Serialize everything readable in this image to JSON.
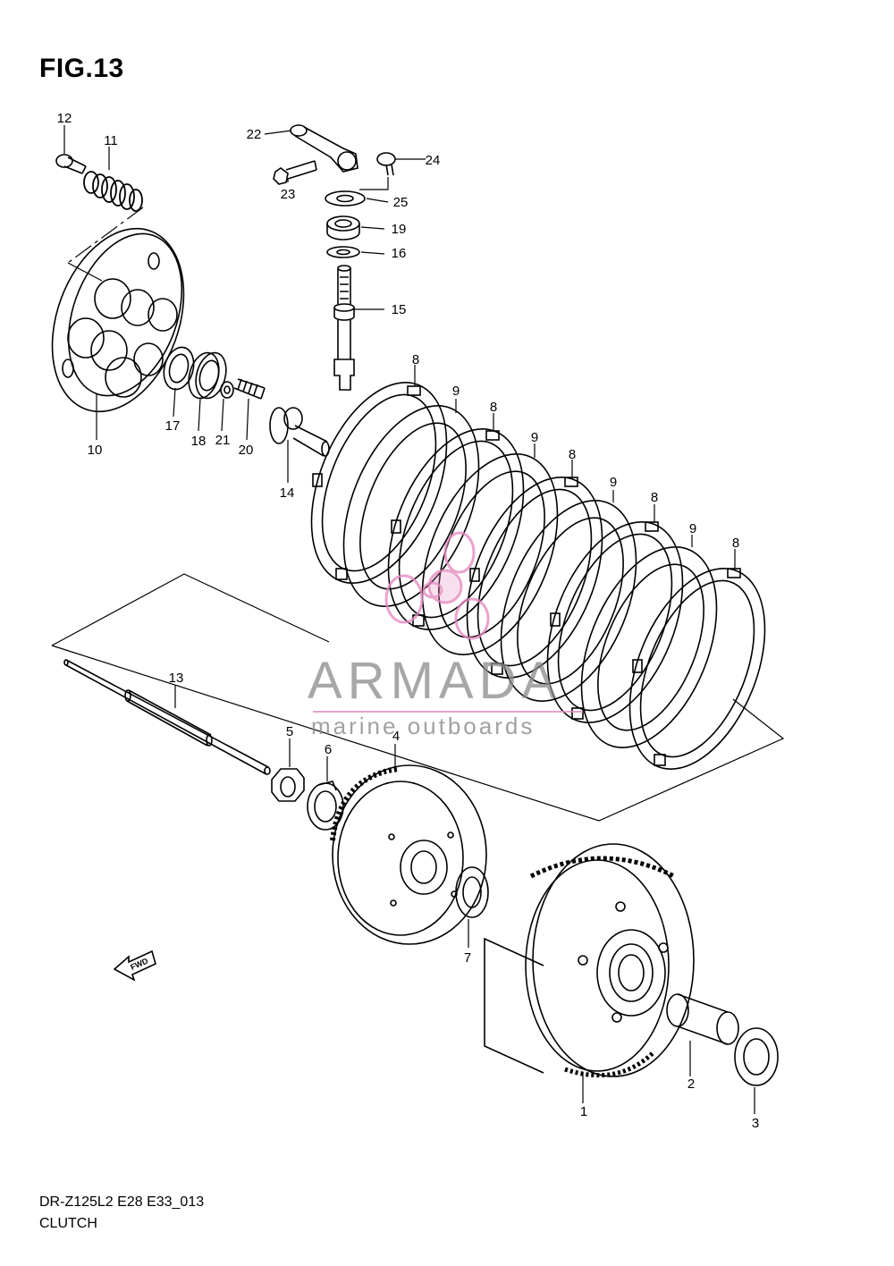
{
  "figure": {
    "title": "FIG.13",
    "model_code": "DR-Z125L2 E28 E33_013",
    "section_name": "CLUTCH"
  },
  "watermark": {
    "brand": "ARMADA",
    "tagline": "marine outboards",
    "logo_color": "#e58bc0"
  },
  "direction_marker": {
    "label": "FWD"
  },
  "part_labels": [
    {
      "id": "p1",
      "text": "1"
    },
    {
      "id": "p2",
      "text": "2"
    },
    {
      "id": "p3",
      "text": "3"
    },
    {
      "id": "p4",
      "text": "4"
    },
    {
      "id": "p5",
      "text": "5"
    },
    {
      "id": "p6",
      "text": "6"
    },
    {
      "id": "p7",
      "text": "7"
    },
    {
      "id": "p8a",
      "text": "8"
    },
    {
      "id": "p8b",
      "text": "8"
    },
    {
      "id": "p8c",
      "text": "8"
    },
    {
      "id": "p8d",
      "text": "8"
    },
    {
      "id": "p8e",
      "text": "8"
    },
    {
      "id": "p9a",
      "text": "9"
    },
    {
      "id": "p9b",
      "text": "9"
    },
    {
      "id": "p9c",
      "text": "9"
    },
    {
      "id": "p9d",
      "text": "9"
    },
    {
      "id": "p10",
      "text": "10"
    },
    {
      "id": "p11",
      "text": "11"
    },
    {
      "id": "p12",
      "text": "12"
    },
    {
      "id": "p13",
      "text": "13"
    },
    {
      "id": "p14",
      "text": "14"
    },
    {
      "id": "p15",
      "text": "15"
    },
    {
      "id": "p16",
      "text": "16"
    },
    {
      "id": "p17",
      "text": "17"
    },
    {
      "id": "p18",
      "text": "18"
    },
    {
      "id": "p19",
      "text": "19"
    },
    {
      "id": "p20",
      "text": "20"
    },
    {
      "id": "p21",
      "text": "21"
    },
    {
      "id": "p22",
      "text": "22"
    },
    {
      "id": "p23",
      "text": "23"
    },
    {
      "id": "p24",
      "text": "24"
    },
    {
      "id": "p25",
      "text": "25"
    }
  ]
}
